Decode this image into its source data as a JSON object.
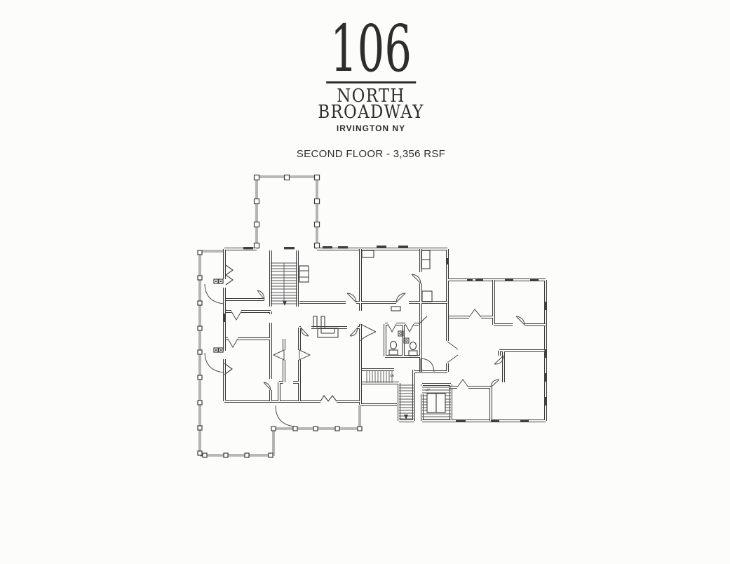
{
  "colors": {
    "paper": "#fcfcfb",
    "ink": "#3c3c3c"
  },
  "header": {
    "building_number": "106",
    "name_line1": "NORTH",
    "name_line2": "BROADWAY",
    "location": "IRVINGTON NY",
    "floor_label": "SECOND FLOOR - 3,356 RSF"
  },
  "plan": {
    "stair_label_dn": "DN",
    "stair_label_up": "UP"
  }
}
